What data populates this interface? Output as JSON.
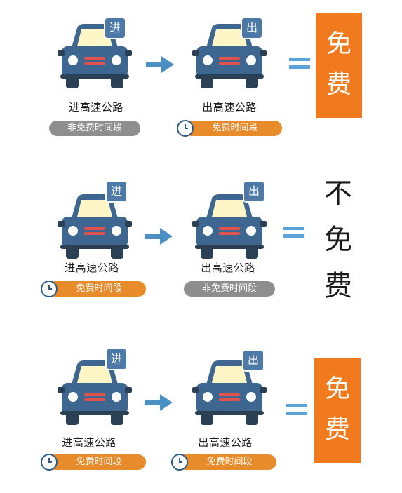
{
  "colors": {
    "car_body": "#3d6690",
    "car_window": "#fff6c8",
    "tag_bg": "#4c79a6",
    "arrow": "#4a90c2",
    "equals": "#5aa3d8",
    "free_box": "#f17a1e",
    "pill_gray": "#8e8e8e",
    "pill_orange": "#e88b2a"
  },
  "rows": [
    {
      "enter": {
        "tag": "进",
        "label": "进高速公路",
        "period": "非免费时间段",
        "period_type": "non-free"
      },
      "exit": {
        "tag": "出",
        "label": "出高速公路",
        "period": "免费时间段",
        "period_type": "free"
      },
      "result": [
        "免",
        "费"
      ],
      "result_style": "box"
    },
    {
      "enter": {
        "tag": "进",
        "label": "进高速公路",
        "period": "免费时间段",
        "period_type": "free"
      },
      "exit": {
        "tag": "出",
        "label": "出高速公路",
        "period": "非免费时间段",
        "period_type": "non-free"
      },
      "result": [
        "不",
        "免",
        "费"
      ],
      "result_style": "plain"
    },
    {
      "enter": {
        "tag": "进",
        "label": "进高速公路",
        "period": "免费时间段",
        "period_type": "free"
      },
      "exit": {
        "tag": "出",
        "label": "出高速公路",
        "period": "免费时间段",
        "period_type": "free"
      },
      "result": [
        "免",
        "费"
      ],
      "result_style": "box"
    }
  ]
}
